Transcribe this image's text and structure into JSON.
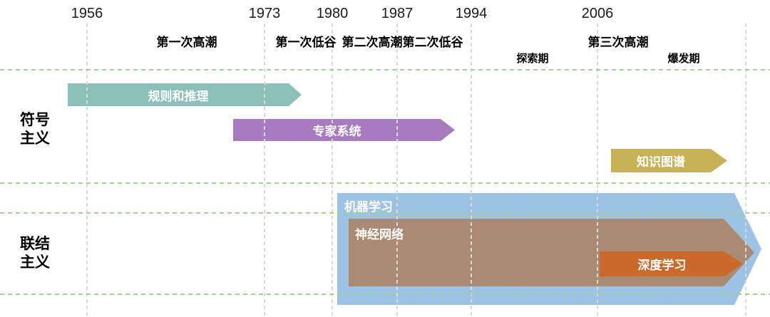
{
  "axis": {
    "years": [
      {
        "label": "1956"
      },
      {
        "label": "1973"
      },
      {
        "label": "1980"
      },
      {
        "label": "1987"
      },
      {
        "label": "1994"
      },
      {
        "label": "2006"
      }
    ]
  },
  "phases": {
    "row1": [
      {
        "label": "第一次高潮"
      },
      {
        "label": "第一次低谷"
      },
      {
        "label": "第二次高潮"
      },
      {
        "label": "第二次低谷"
      },
      {
        "label": "第三次高潮"
      }
    ],
    "row2": [
      {
        "label": "探索期"
      },
      {
        "label": "爆发期"
      }
    ]
  },
  "categories": [
    {
      "line1": "符号",
      "line2": "主义"
    },
    {
      "line1": "联结",
      "line2": "主义"
    }
  ],
  "bars": [
    {
      "label": "规则和推理",
      "color": "#8ac0b8"
    },
    {
      "label": "专家系统",
      "color": "#a87bc0"
    },
    {
      "label": "知识图谱",
      "color": "#c7b355"
    },
    {
      "label": "机器学习",
      "color": "#9cc3e3"
    },
    {
      "label": "神经网络",
      "color": "#ab8a74"
    },
    {
      "label": "深度学习",
      "color": "#c9692a"
    }
  ],
  "colors": {
    "background": "#ffffff",
    "grid_vertical": "#d9d9d9",
    "grid_horizontal": "#a6cf95",
    "axis_text": "#000000",
    "bar_text": "#ffffff"
  }
}
